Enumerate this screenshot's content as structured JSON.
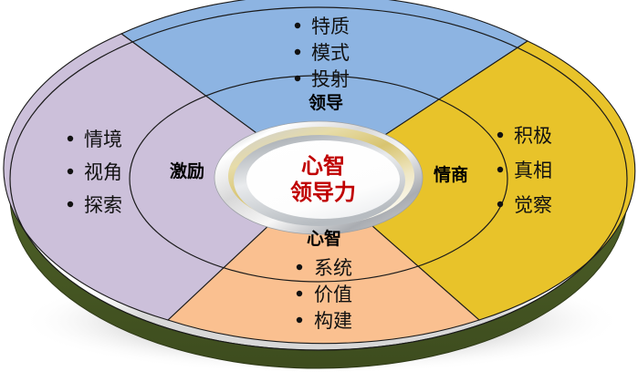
{
  "diagram": {
    "title": "心智领导力",
    "type": "3d-donut-quadrant-diagram",
    "center": {
      "line1": "心智",
      "line2": "领导力",
      "color": "#C00000"
    },
    "base_color": "#4F6228",
    "outline_color": "#1A1A1A",
    "quadrants": [
      {
        "id": "leadership",
        "position": "top",
        "label": "领导",
        "color": "#8DB4E2",
        "bullets": [
          "特质",
          "模式",
          "投射"
        ]
      },
      {
        "id": "emotional-intelligence",
        "position": "right",
        "label": "情商",
        "color": "#E8C32A",
        "bullets": [
          "积极",
          "真相",
          "觉察"
        ]
      },
      {
        "id": "mind",
        "position": "bottom",
        "label": "心智",
        "color": "#FAC090",
        "bullets": [
          "系统",
          "价值",
          "构建"
        ]
      },
      {
        "id": "motivation",
        "position": "left",
        "label": "激励",
        "color": "#CCC0DA",
        "bullets": [
          "情境",
          "视角",
          "探索"
        ]
      }
    ]
  }
}
